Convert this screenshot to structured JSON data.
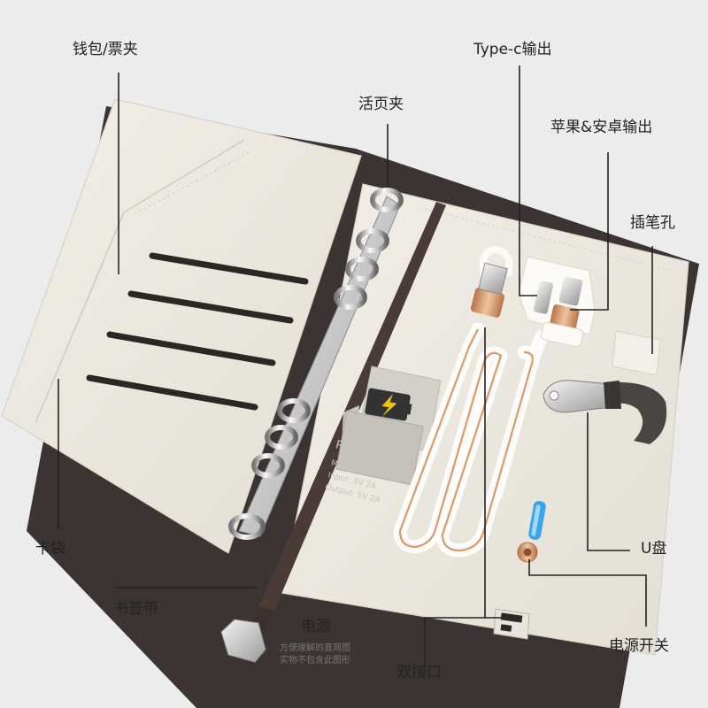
{
  "labels": {
    "wallet": "钱包/票夹",
    "binder_clip": "活页夹",
    "type_c": "Type-c输出",
    "apple_android": "苹果&安卓输出",
    "pen_hole": "插笔孔",
    "card_pocket": "卡袋",
    "usb_disk": "U盘",
    "bookmark": "书签带",
    "power": "电源",
    "power_note_line1": "方便理解的直观图",
    "power_note_line2": "实物不包含此图形",
    "dual_port": "双接口",
    "power_switch": "电源开关"
  },
  "power_bank": {
    "line1": "Power Bank",
    "line2": "Model: 8000mAh",
    "line3": "Input: 5V 2A",
    "line4": "Output: 5V 2A"
  },
  "colors": {
    "background": "#ececec",
    "cover": "#3b3432",
    "inner": "#ebe6dc",
    "ribbon": "#4a3b36",
    "cable_copper": "#d9996a",
    "leader_line": "#222222"
  }
}
